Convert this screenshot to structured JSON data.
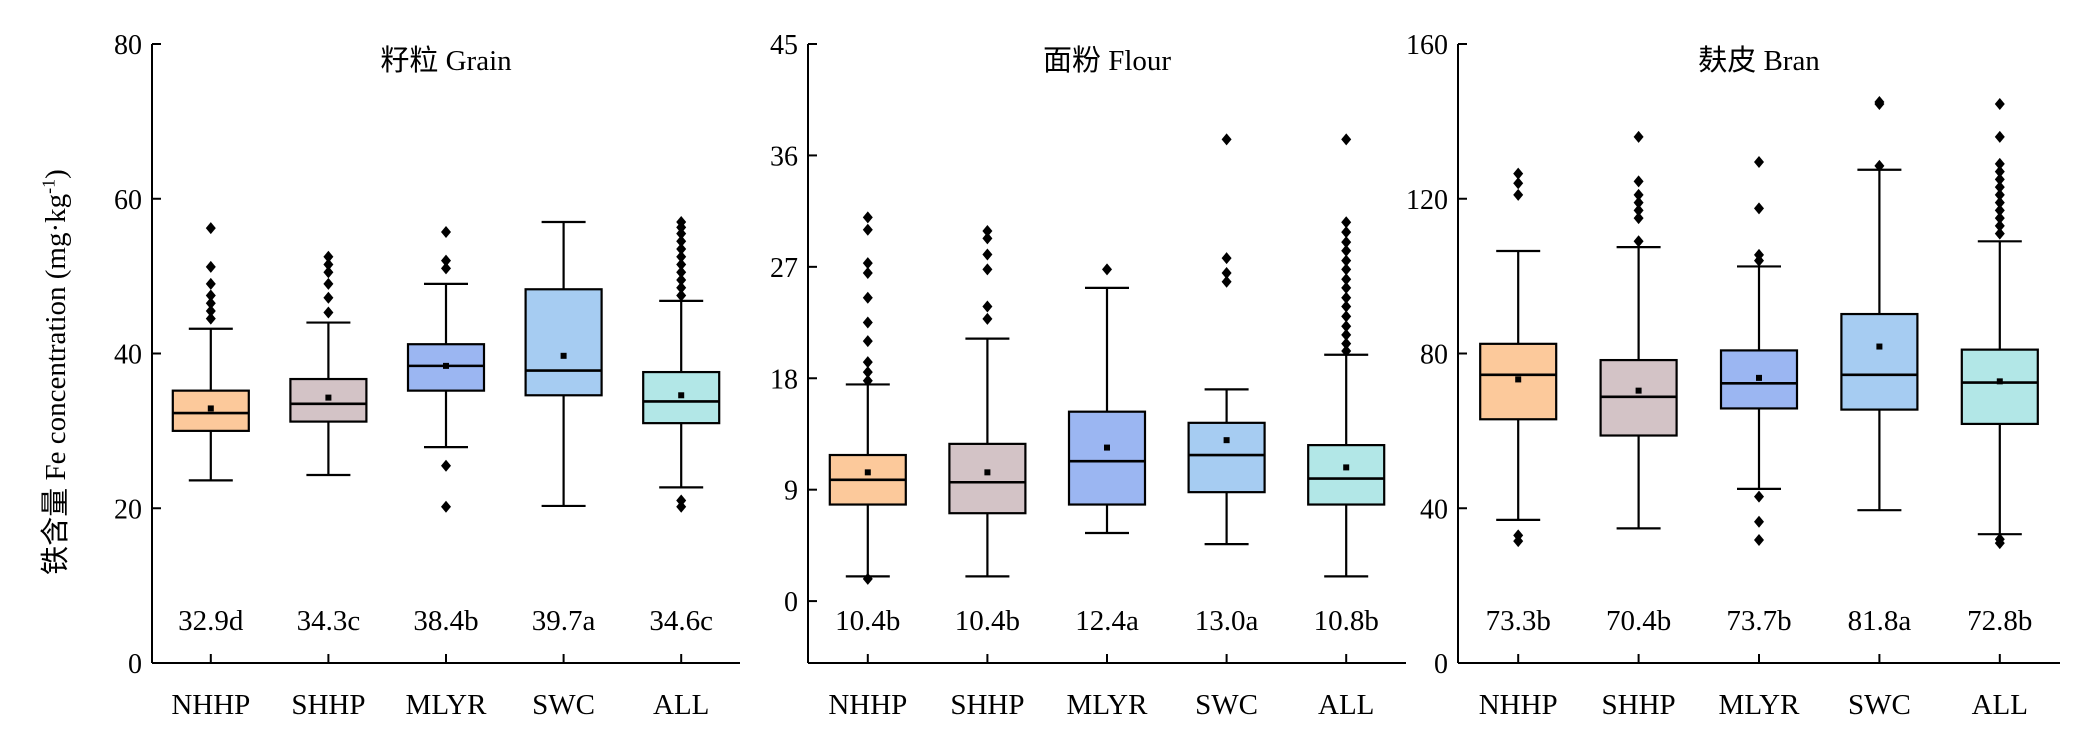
{
  "y_axis_label": {
    "cn": "铁含量",
    "en_prefix": "Fe concentration (mg·kg",
    "superscript": "-1",
    "suffix": ")"
  },
  "chart_data": [
    {
      "type": "box",
      "title": "籽粒 Grain",
      "categories": [
        "NHHP",
        "SHHP",
        "MLYR",
        "SWC",
        "ALL"
      ],
      "ylim": [
        0,
        80
      ],
      "yticks": [
        0,
        20,
        40,
        60,
        80
      ],
      "colors": [
        "#FCC99B",
        "#D3C3C6",
        "#9BB6F2",
        "#A6CCF2",
        "#B2E7E7"
      ],
      "boxes": [
        {
          "q1": 30.0,
          "median": 32.3,
          "q3": 35.2,
          "whisker_low": 23.6,
          "whisker_high": 43.2,
          "mean": 32.9,
          "outliers": [
            44.5,
            45.5,
            46.5,
            47.5,
            49.0,
            51.2,
            56.2
          ]
        },
        {
          "q1": 31.2,
          "median": 33.5,
          "q3": 36.7,
          "whisker_low": 24.3,
          "whisker_high": 44.0,
          "mean": 34.3,
          "outliers": [
            45.3,
            47.2,
            49.0,
            50.5,
            51.5,
            52.5
          ]
        },
        {
          "q1": 35.2,
          "median": 38.4,
          "q3": 41.2,
          "whisker_low": 27.9,
          "whisker_high": 49.0,
          "mean": 38.4,
          "outliers": [
            20.2,
            25.5,
            51.0,
            52.0,
            55.7
          ]
        },
        {
          "q1": 34.6,
          "median": 37.8,
          "q3": 48.3,
          "whisker_low": 20.3,
          "whisker_high": 57.0,
          "mean": 39.7,
          "outliers": []
        },
        {
          "q1": 31.0,
          "median": 33.8,
          "q3": 37.6,
          "whisker_low": 22.7,
          "whisker_high": 46.8,
          "mean": 34.6,
          "outliers": [
            20.2,
            21.0,
            47.5,
            48.5,
            49.5,
            50.5,
            51.5,
            52.5,
            53.5,
            54.5,
            55.5,
            56.3,
            57.0
          ]
        }
      ],
      "value_labels": [
        "32.9d",
        "34.3c",
        "38.4b",
        "39.7a",
        "34.6c"
      ]
    },
    {
      "type": "box",
      "title": "面粉 Flour",
      "categories": [
        "NHHP",
        "SHHP",
        "MLYR",
        "SWC",
        "ALL"
      ],
      "ylim": [
        -5,
        45
      ],
      "yticks": [
        0,
        9,
        18,
        27,
        36,
        45
      ],
      "colors": [
        "#FCC99B",
        "#D3C3C6",
        "#9BB6F2",
        "#A6CCF2",
        "#B2E7E7"
      ],
      "boxes": [
        {
          "q1": 7.8,
          "median": 9.8,
          "q3": 11.8,
          "whisker_low": 2.0,
          "whisker_high": 17.5,
          "mean": 10.4,
          "outliers": [
            1.8,
            17.8,
            18.5,
            19.3,
            21.0,
            22.5,
            24.5,
            26.5,
            27.3,
            30.0,
            31.0
          ]
        },
        {
          "q1": 7.1,
          "median": 9.6,
          "q3": 12.7,
          "whisker_low": 2.0,
          "whisker_high": 21.2,
          "mean": 10.4,
          "outliers": [
            22.8,
            23.8,
            26.8,
            28.0,
            29.3,
            29.9
          ]
        },
        {
          "q1": 7.8,
          "median": 11.3,
          "q3": 15.3,
          "whisker_low": 5.5,
          "whisker_high": 25.3,
          "mean": 12.4,
          "outliers": [
            26.8
          ]
        },
        {
          "q1": 8.8,
          "median": 11.8,
          "q3": 14.4,
          "whisker_low": 4.6,
          "whisker_high": 17.1,
          "mean": 13.0,
          "outliers": [
            25.8,
            26.5,
            27.7,
            37.3
          ]
        },
        {
          "q1": 7.8,
          "median": 9.9,
          "q3": 12.6,
          "whisker_low": 2.0,
          "whisker_high": 19.9,
          "mean": 10.8,
          "outliers": [
            20.2,
            20.8,
            21.5,
            22.2,
            23.0,
            23.8,
            24.5,
            25.3,
            26.0,
            26.8,
            27.5,
            28.3,
            29.0,
            29.8,
            30.6,
            37.3
          ]
        }
      ],
      "value_labels": [
        "10.4b",
        "10.4b",
        "12.4a",
        "13.0a",
        "10.8b"
      ]
    },
    {
      "type": "box",
      "title": "麸皮 Bran",
      "categories": [
        "NHHP",
        "SHHP",
        "MLYR",
        "SWC",
        "ALL"
      ],
      "ylim": [
        0,
        160
      ],
      "yticks": [
        0,
        40,
        80,
        120,
        160
      ],
      "colors": [
        "#FCC99B",
        "#D3C3C6",
        "#9BB6F2",
        "#A6CCF2",
        "#B2E7E7"
      ],
      "boxes": [
        {
          "q1": 63.0,
          "median": 74.5,
          "q3": 82.5,
          "whisker_low": 37.0,
          "whisker_high": 106.5,
          "mean": 73.3,
          "outliers": [
            31.5,
            33.0,
            121.0,
            124.0,
            126.5
          ]
        },
        {
          "q1": 58.8,
          "median": 68.8,
          "q3": 78.3,
          "whisker_low": 34.8,
          "whisker_high": 107.5,
          "mean": 70.4,
          "outliers": [
            109.0,
            115.0,
            117.0,
            119.0,
            121.0,
            124.5,
            136.0
          ]
        },
        {
          "q1": 65.8,
          "median": 72.3,
          "q3": 80.8,
          "whisker_low": 45.0,
          "whisker_high": 102.5,
          "mean": 73.7,
          "outliers": [
            31.8,
            36.5,
            43.0,
            104.0,
            105.5,
            117.5,
            129.5
          ]
        },
        {
          "q1": 65.5,
          "median": 74.5,
          "q3": 90.2,
          "whisker_low": 39.5,
          "whisker_high": 127.5,
          "mean": 81.8,
          "outliers": [
            128.5,
            144.5,
            145.0
          ]
        },
        {
          "q1": 61.8,
          "median": 72.5,
          "q3": 81.0,
          "whisker_low": 33.3,
          "whisker_high": 109.0,
          "mean": 72.8,
          "outliers": [
            31.0,
            32.0,
            111.0,
            113.0,
            115.0,
            117.0,
            119.0,
            121.0,
            123.0,
            125.0,
            127.0,
            129.0,
            136.0,
            144.5
          ]
        }
      ],
      "value_labels": [
        "73.3b",
        "70.4b",
        "73.7b",
        "81.8a",
        "72.8b"
      ]
    }
  ]
}
